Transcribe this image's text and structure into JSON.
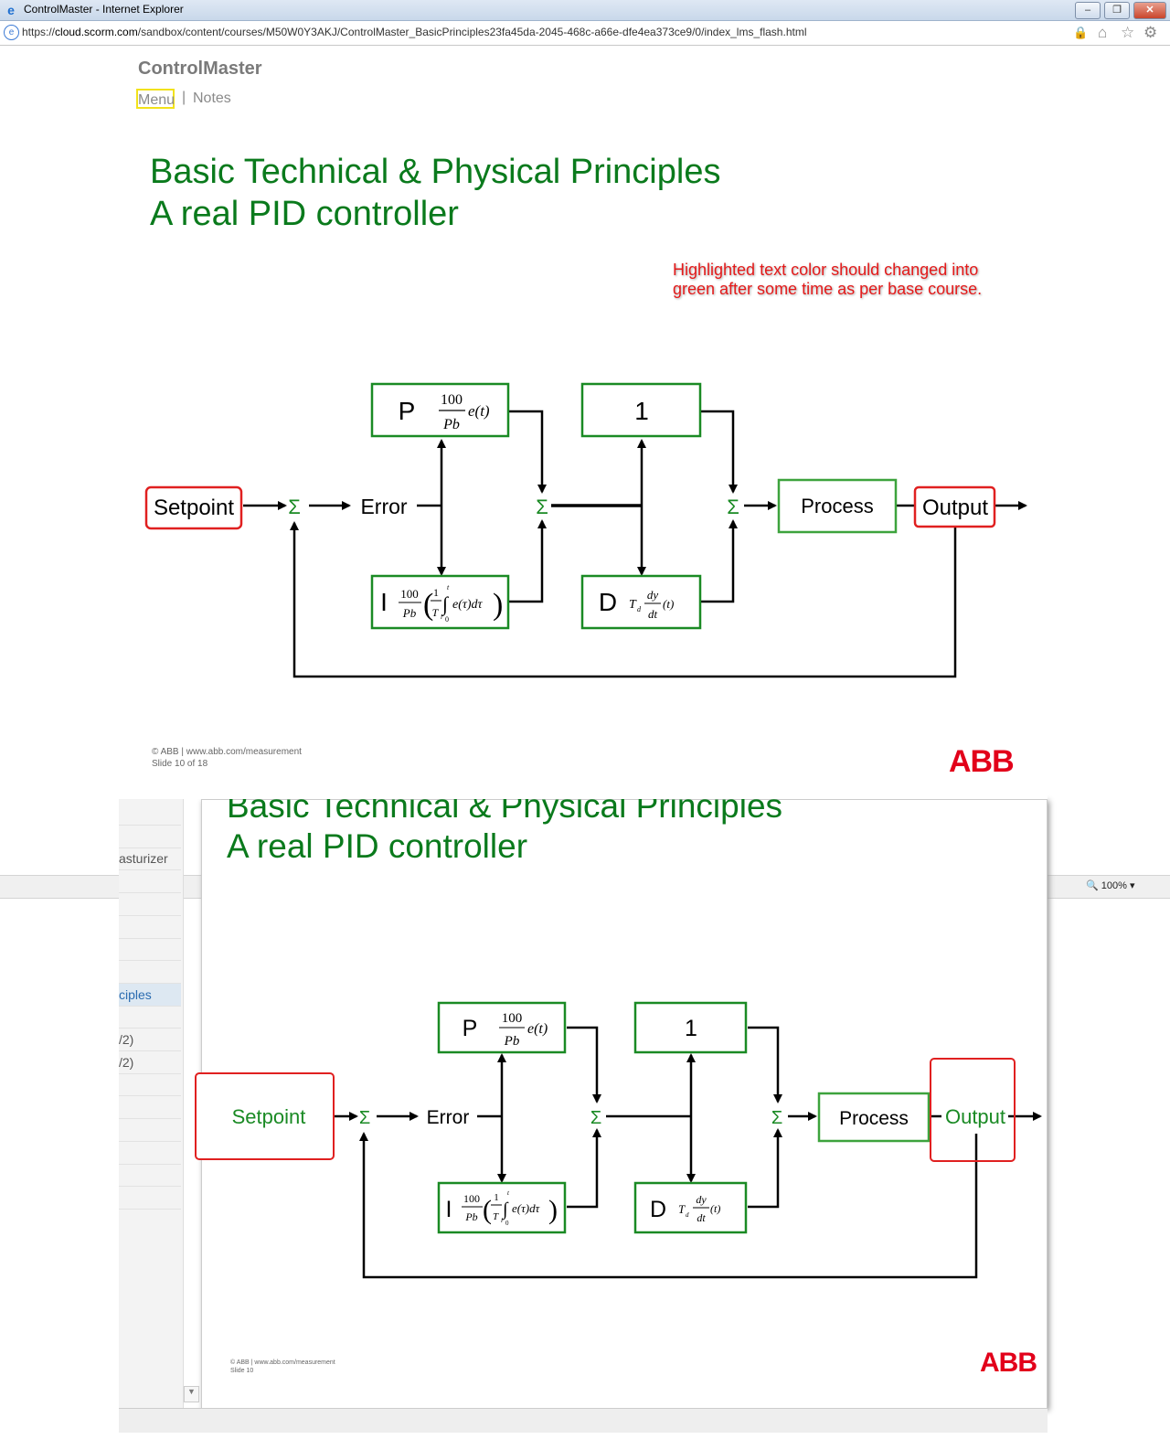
{
  "window": {
    "title": "ControlMaster - Internet Explorer",
    "controls": [
      "–",
      "❐",
      "✕"
    ]
  },
  "address": {
    "prefix": "https://",
    "host": "cloud.scorm.com",
    "path": "/sandbox/content/courses/M50W0Y3AKJ/ControlMaster_BasicPrinciples23fa45da-2045-468c-a66e-dfe4ea373ce9/0/index_lms_flash.html"
  },
  "header": {
    "brand": "ControlMaster",
    "menu_label": "Menu",
    "separator": "|",
    "notes_label": "Notes"
  },
  "slide": {
    "title_line1": "Basic Technical & Physical Principles",
    "title_line2": "A real PID controller",
    "annotation": "Highlighted text color should changed into green after some time as per base course.",
    "footer_copyright": "© ABB | www.abb.com/measurement",
    "footer_slide": "Slide 10 of 18",
    "logo": "ABB"
  },
  "diagram": {
    "setpoint": "Setpoint",
    "error": "Error",
    "process": "Process",
    "output": "Output",
    "sum": "Σ",
    "p_block": {
      "letter": "P",
      "num": "100",
      "den": "Pb",
      "term": "e(t)"
    },
    "i_block": {
      "letter": "I",
      "num": "100",
      "den": "Pb",
      "one": "1",
      "ti": "T",
      "ti_sub": "i",
      "up": "t",
      "lo": "0",
      "term": "e(τ)dτ"
    },
    "one_block": "1",
    "d_block": {
      "letter": "D",
      "td": "T",
      "td_sub": "d",
      "num": "dy",
      "den": "dt",
      "term": "(t)"
    }
  },
  "lower": {
    "title_line1": "Basic Technical & Physical Principles",
    "title_line2": "A real PID controller",
    "sidebar_items": [
      "",
      "",
      "asturizer",
      "",
      "",
      "",
      "",
      "",
      "ciples",
      "",
      "/2)",
      "/2)",
      "",
      "",
      "",
      "",
      "",
      ""
    ],
    "zoom": "100%",
    "footer_copyright": "© ABB | www.abb.com/measurement",
    "footer_slide": "Slide 10",
    "logo": "ABB"
  },
  "colors": {
    "title_green": "#0a7a1c",
    "box_green": "#1a8a24",
    "highlight_red": "#e41a1a",
    "abb_red": "#e2001a",
    "menu_highlight": "#f2e21a"
  }
}
